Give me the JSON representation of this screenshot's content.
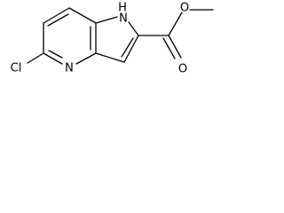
{
  "molecule": {
    "atom_labels": {
      "nh": "N",
      "h": "H",
      "pyridine_n": "N",
      "chlorine": "Cl",
      "carbonyl_o": "O",
      "ester_o": "O"
    },
    "colors": {
      "bond": "#000000",
      "label": "#000000",
      "background": "#ffffff"
    }
  }
}
